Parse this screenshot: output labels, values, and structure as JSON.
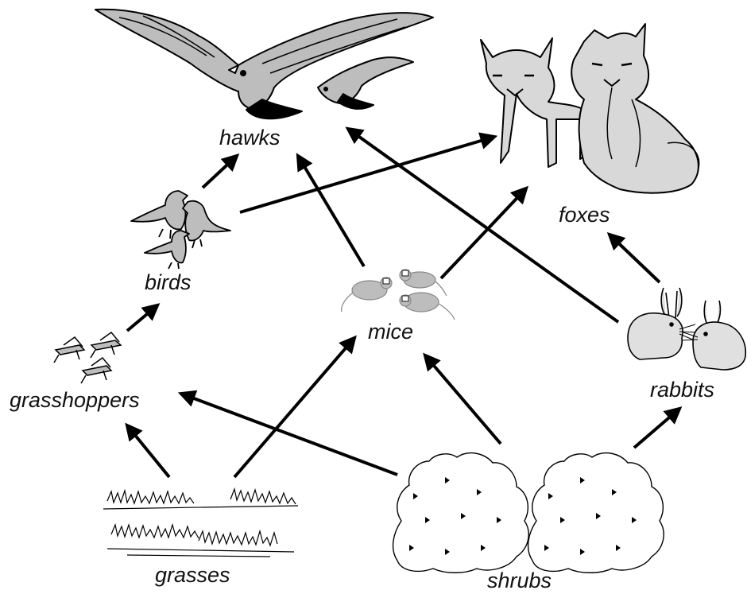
{
  "organisms": {
    "hawks": "hawks",
    "foxes": "foxes",
    "birds": "birds",
    "mice": "mice",
    "rabbits": "rabbits",
    "grasshoppers": "grasshoppers",
    "grasses": "grasses",
    "shrubs": "shrubs"
  },
  "edges": [
    {
      "from": "birds",
      "to": "hawks"
    },
    {
      "from": "birds",
      "to": "foxes"
    },
    {
      "from": "mice",
      "to": "hawks"
    },
    {
      "from": "mice",
      "to": "foxes"
    },
    {
      "from": "rabbits",
      "to": "hawks"
    },
    {
      "from": "rabbits",
      "to": "foxes"
    },
    {
      "from": "grasshoppers",
      "to": "birds"
    },
    {
      "from": "grasses",
      "to": "grasshoppers"
    },
    {
      "from": "grasses",
      "to": "mice"
    },
    {
      "from": "shrubs",
      "to": "grasshoppers"
    },
    {
      "from": "shrubs",
      "to": "mice"
    },
    {
      "from": "shrubs",
      "to": "rabbits"
    }
  ],
  "colors": {
    "line": "#000000",
    "animal_fill": "#bdbdbd",
    "plant_fill": "#ffffff"
  },
  "icons": {
    "hawks": "hawk-icon",
    "foxes": "fox-icon",
    "birds": "bird-icon",
    "mice": "mouse-icon",
    "rabbits": "rabbit-icon",
    "grasshoppers": "grasshopper-icon",
    "grasses": "grass-icon",
    "shrubs": "shrub-icon"
  }
}
